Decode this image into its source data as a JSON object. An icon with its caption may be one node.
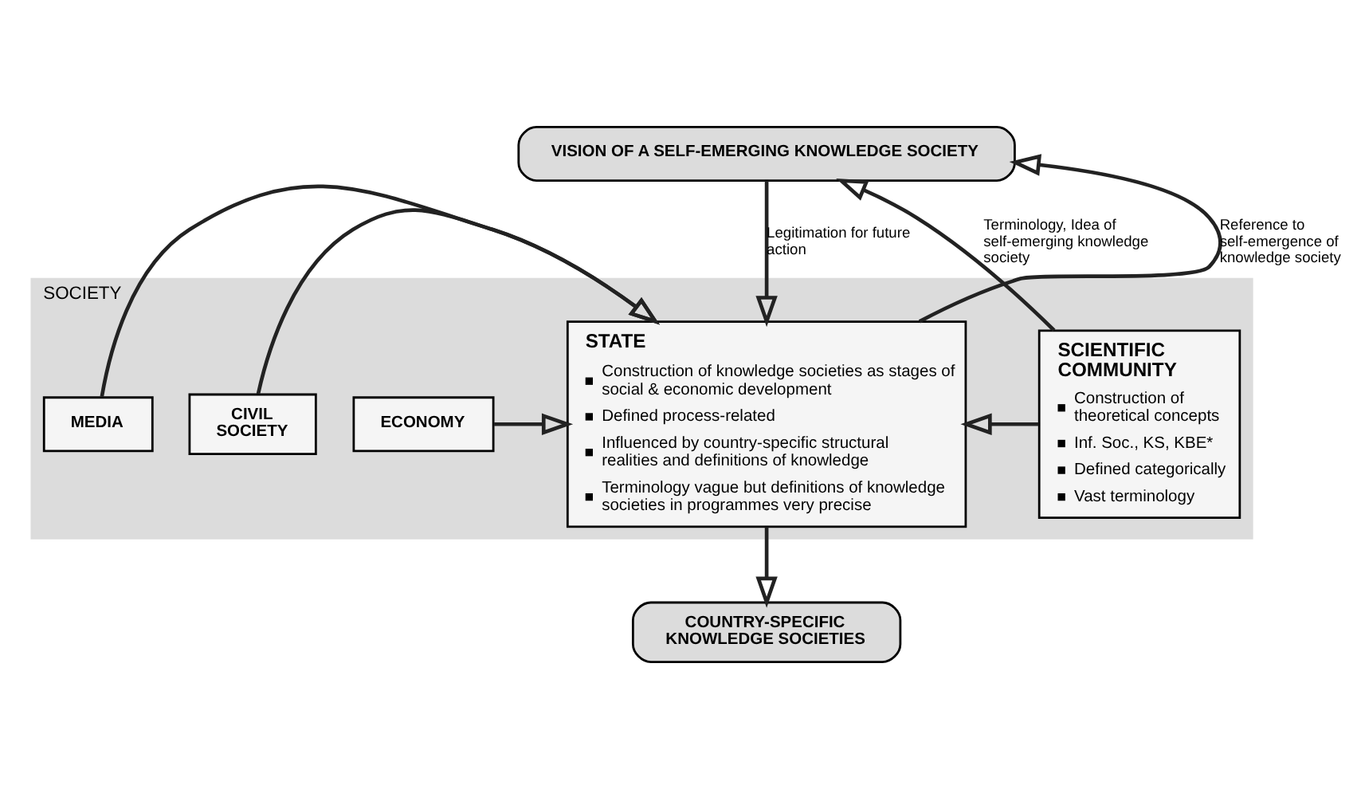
{
  "diagram": {
    "nodes": [
      {
        "text": [
          "VISION OF A SELF-EMERGING KNOWLEDGE SOCIETY"
        ]
      },
      {
        "text": [
          "SOCIETY"
        ]
      },
      {
        "text": [
          "SCIENTIFIC COMMUNITY",
          "Construction of theoretical concepts",
          "Inf. Soc., KS, KBE*",
          "Defined categorically",
          "Vast terminology"
        ],
        "in": 1
      },
      {
        "text": [
          "STATE",
          "Construction of knowledge societies as stages of social & economic development",
          "Defined process-related",
          "Influenced by country-specific structural realities and definitions of knowledge",
          "Terminology vague but definitions of knowledge societies in programmes very precise"
        ],
        "in": 1
      },
      {
        "text": [
          "ECONOMY"
        ],
        "in": 1
      },
      {
        "text": [
          "CIVIL SOCIETY"
        ],
        "in": 1
      },
      {
        "text": [
          "MEDIA"
        ],
        "in": 1
      },
      {
        "text": [
          "COUNTRY-SPECIFIC KNOWLEDGE SOCIETIES"
        ]
      }
    ],
    "edges": [
      {
        "from": 2,
        "to": 0,
        "arrow": "to",
        "label": "Terminology, Idea of self-emerging knowledge society"
      },
      {
        "from": 3,
        "to": 0,
        "arrow": "to",
        "label": "Reference to self-emergence of knowledge society"
      },
      {
        "from": 0,
        "to": 3,
        "arrow": "to",
        "label": "Legitimation for future action"
      },
      {
        "from": 2,
        "to": 3,
        "arrow": "to"
      },
      {
        "from": 4,
        "to": 3,
        "arrow": "to"
      },
      {
        "from": 5,
        "to": 3,
        "arrow": "to"
      },
      {
        "from": 6,
        "to": 3,
        "arrow": "to"
      },
      {
        "from": 3,
        "to": 7,
        "arrow": "to"
      }
    ]
  }
}
